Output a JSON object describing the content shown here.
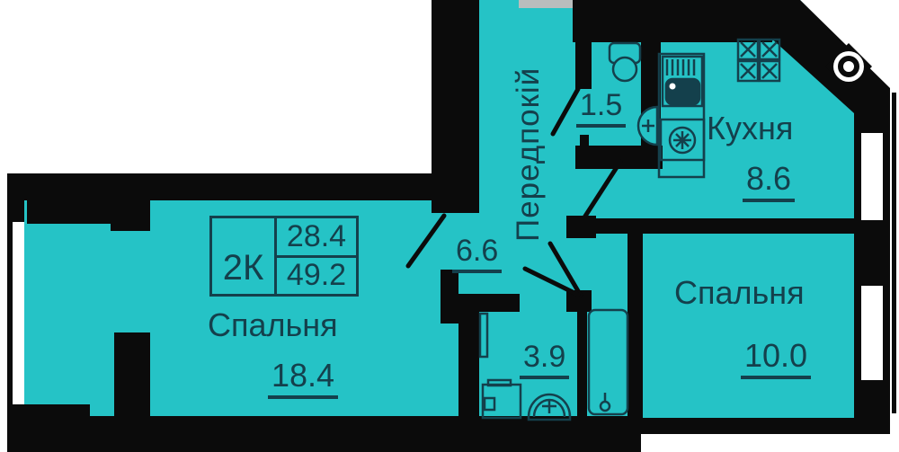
{
  "plan": {
    "info_box": {
      "type_label": "2К",
      "upper_area": "28.4",
      "lower_area": "49.2"
    },
    "rooms": {
      "bedroom_large": {
        "label": "Спальня",
        "area": "18.4"
      },
      "hallway": {
        "label": "Передпокій",
        "area": "6.6"
      },
      "wc": {
        "area": "1.5"
      },
      "kitchen": {
        "label": "Кухня",
        "area": "8.6"
      },
      "bedroom_small": {
        "label": "Спальня",
        "area": "10.0"
      },
      "bathroom": {
        "area": "3.9"
      }
    },
    "colors": {
      "floor": "#25c3c6",
      "walls": "#0b0b0b",
      "text": "#14404c",
      "entrance_door": "#b9bdbd"
    }
  }
}
